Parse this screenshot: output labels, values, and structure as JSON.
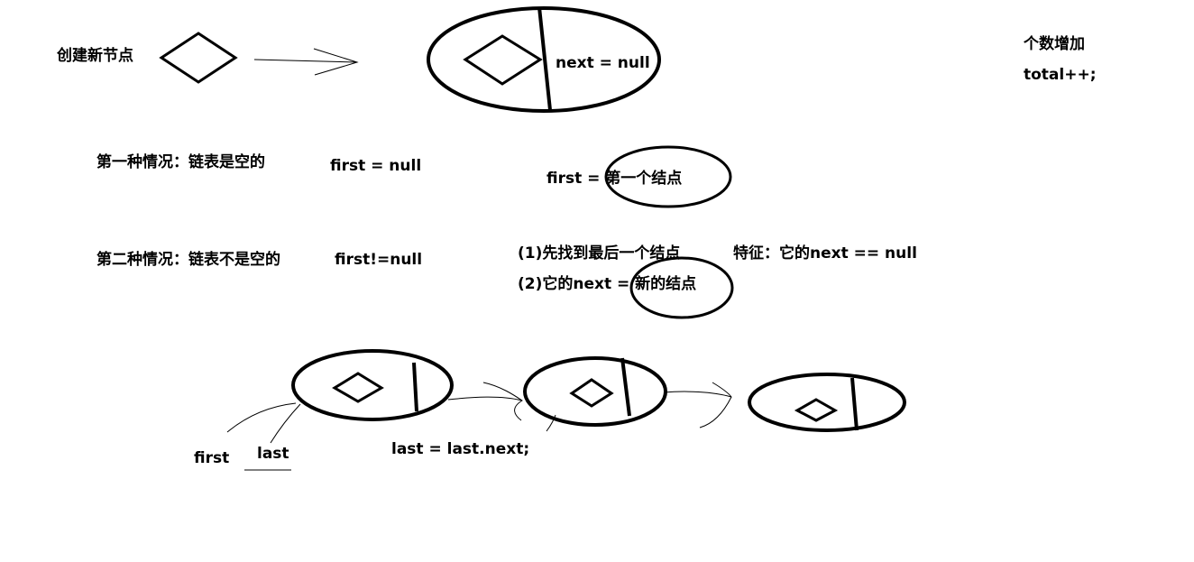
{
  "labels": {
    "create_node": "创建新节点",
    "node_next": "next = null",
    "count_increase": "个数增加",
    "total_increment": "total++;",
    "case1": "第一种情况：链表是空的",
    "case1_cond": "first = null",
    "case1_action": "first = 第一个结点",
    "case2": "第二种情况：链表不是空的",
    "case2_cond": "first!=null",
    "case2_step1": "(1)先找到最后一个结点",
    "case2_feature": "特征：它的next == null",
    "case2_step2": "(2)它的next = 新的结点",
    "first": "first",
    "last": "last",
    "traverse": "last  = last.next;"
  }
}
